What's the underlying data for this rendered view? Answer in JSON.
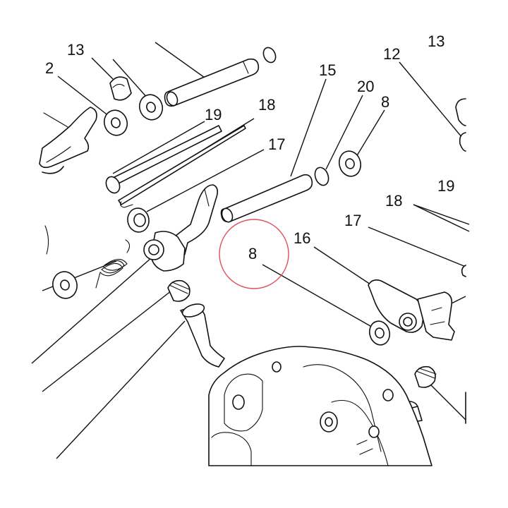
{
  "diagram": {
    "callouts": [
      {
        "id": "c13",
        "text": "13"
      },
      {
        "id": "c2",
        "text": "2"
      },
      {
        "id": "c15",
        "text": "15"
      },
      {
        "id": "c20",
        "text": "20"
      },
      {
        "id": "c8a",
        "text": "8"
      },
      {
        "id": "c12",
        "text": "12"
      },
      {
        "id": "c13b",
        "text": "13"
      },
      {
        "id": "c19a",
        "text": "19"
      },
      {
        "id": "c18a",
        "text": "18"
      },
      {
        "id": "c17a",
        "text": "17"
      },
      {
        "id": "c19b",
        "text": "19"
      },
      {
        "id": "c18b",
        "text": "18"
      },
      {
        "id": "c17b",
        "text": "17"
      },
      {
        "id": "c16",
        "text": "16"
      },
      {
        "id": "c8b",
        "text": "8"
      }
    ],
    "highlight": {
      "label": "8",
      "color": "#d9535b"
    }
  }
}
